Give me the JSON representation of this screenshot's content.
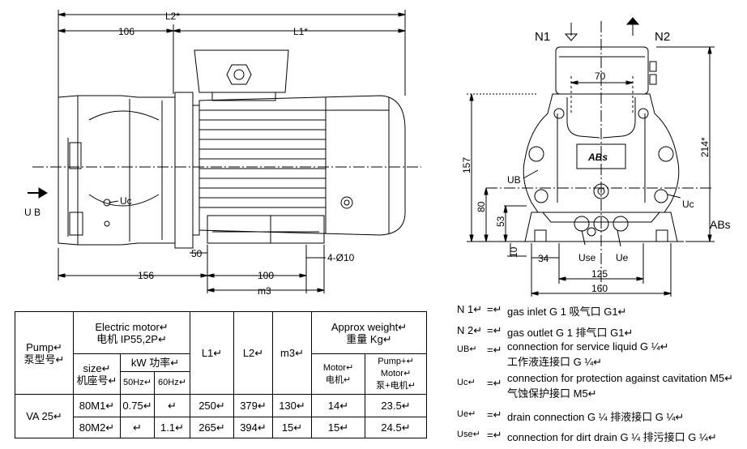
{
  "drawing": {
    "dims_side": {
      "l2": "L2*",
      "l1": "L1*",
      "d106": "106",
      "d156": "156",
      "d50": "50",
      "d100": "100",
      "m3": "m3",
      "holes": "4-Ø10",
      "uc": "Uc",
      "ub": "U B"
    },
    "dims_end": {
      "n1": "N1",
      "n2": "N2",
      "d70": "70",
      "d157": "157",
      "d80": "80",
      "d53": "53",
      "d10": "10",
      "d34": "34",
      "d125": "125",
      "d160": "160",
      "d214": "214*",
      "ub": "UB",
      "uc": "Uc",
      "use": "Use",
      "ue": "Ue",
      "brand_plate": "ABs",
      "brand": "ABs"
    }
  },
  "table": {
    "pump_header": "Pump↵",
    "pump_header_cn": "泵型号↵",
    "motor_header": "Electric motor↵",
    "motor_header_cn": "电机  IP55,2P↵",
    "size_header": "size↵",
    "size_header_cn": "机座号↵",
    "kw_header": "kW 功率↵",
    "hz50": "50Hz↵",
    "hz60": "60Hz↵",
    "l1_header": "L1↵",
    "l2_header": "L2↵",
    "m3_header": "m3↵",
    "weight_header": "Approx weight↵",
    "weight_header_cn": "重量  Kg↵",
    "motor_col": "Motor↵",
    "motor_col_cn": "电机↵",
    "pumpmotor_col": "Pump+↵",
    "pumpmotor_col2": "Motor↵",
    "pumpmotor_col_cn": "泵+电机↵",
    "model": "VA 25↵",
    "rows": [
      {
        "size": "80M1↵",
        "hz50": "0.75↵",
        "hz60": "↵",
        "l1": "250↵",
        "l2": "379↵",
        "m3": "130↵",
        "motor_w": "14↵",
        "total_w": "23.5↵"
      },
      {
        "size": "80M2↵",
        "hz50": "↵",
        "hz60": "1.1↵",
        "l1": "265↵",
        "l2": "394↵",
        "m3": "15↵",
        "motor_w": "15↵",
        "total_w": "24.5↵"
      }
    ]
  },
  "legend": [
    {
      "key": "N 1↵",
      "eq": "=↵",
      "lines": [
        "gas inlet  G 1   吸气口  G1↵"
      ]
    },
    {
      "key": "N 2↵",
      "eq": "=↵",
      "lines": [
        "gas outlet G 1   排气口  G1↵"
      ]
    },
    {
      "key": "UB↵",
      "eq": "=↵",
      "lines": [
        "connection for service liquid G ¼↵",
        "工作液连接口 G ¼↵"
      ]
    },
    {
      "key": "Uc↵",
      "eq": "=↵",
      "lines": [
        "connection for protection against cavitation M5↵",
        "气蚀保护接口 M5↵"
      ]
    },
    {
      "key": "Ue↵",
      "eq": "=↵",
      "lines": [
        "drain connection G ¼  排液接口   G ¼↵"
      ]
    },
    {
      "key": "Use↵",
      "eq": "=↵",
      "lines": [
        "connection for dirt drain G ¼  排污接口 G ¼↵"
      ]
    }
  ]
}
